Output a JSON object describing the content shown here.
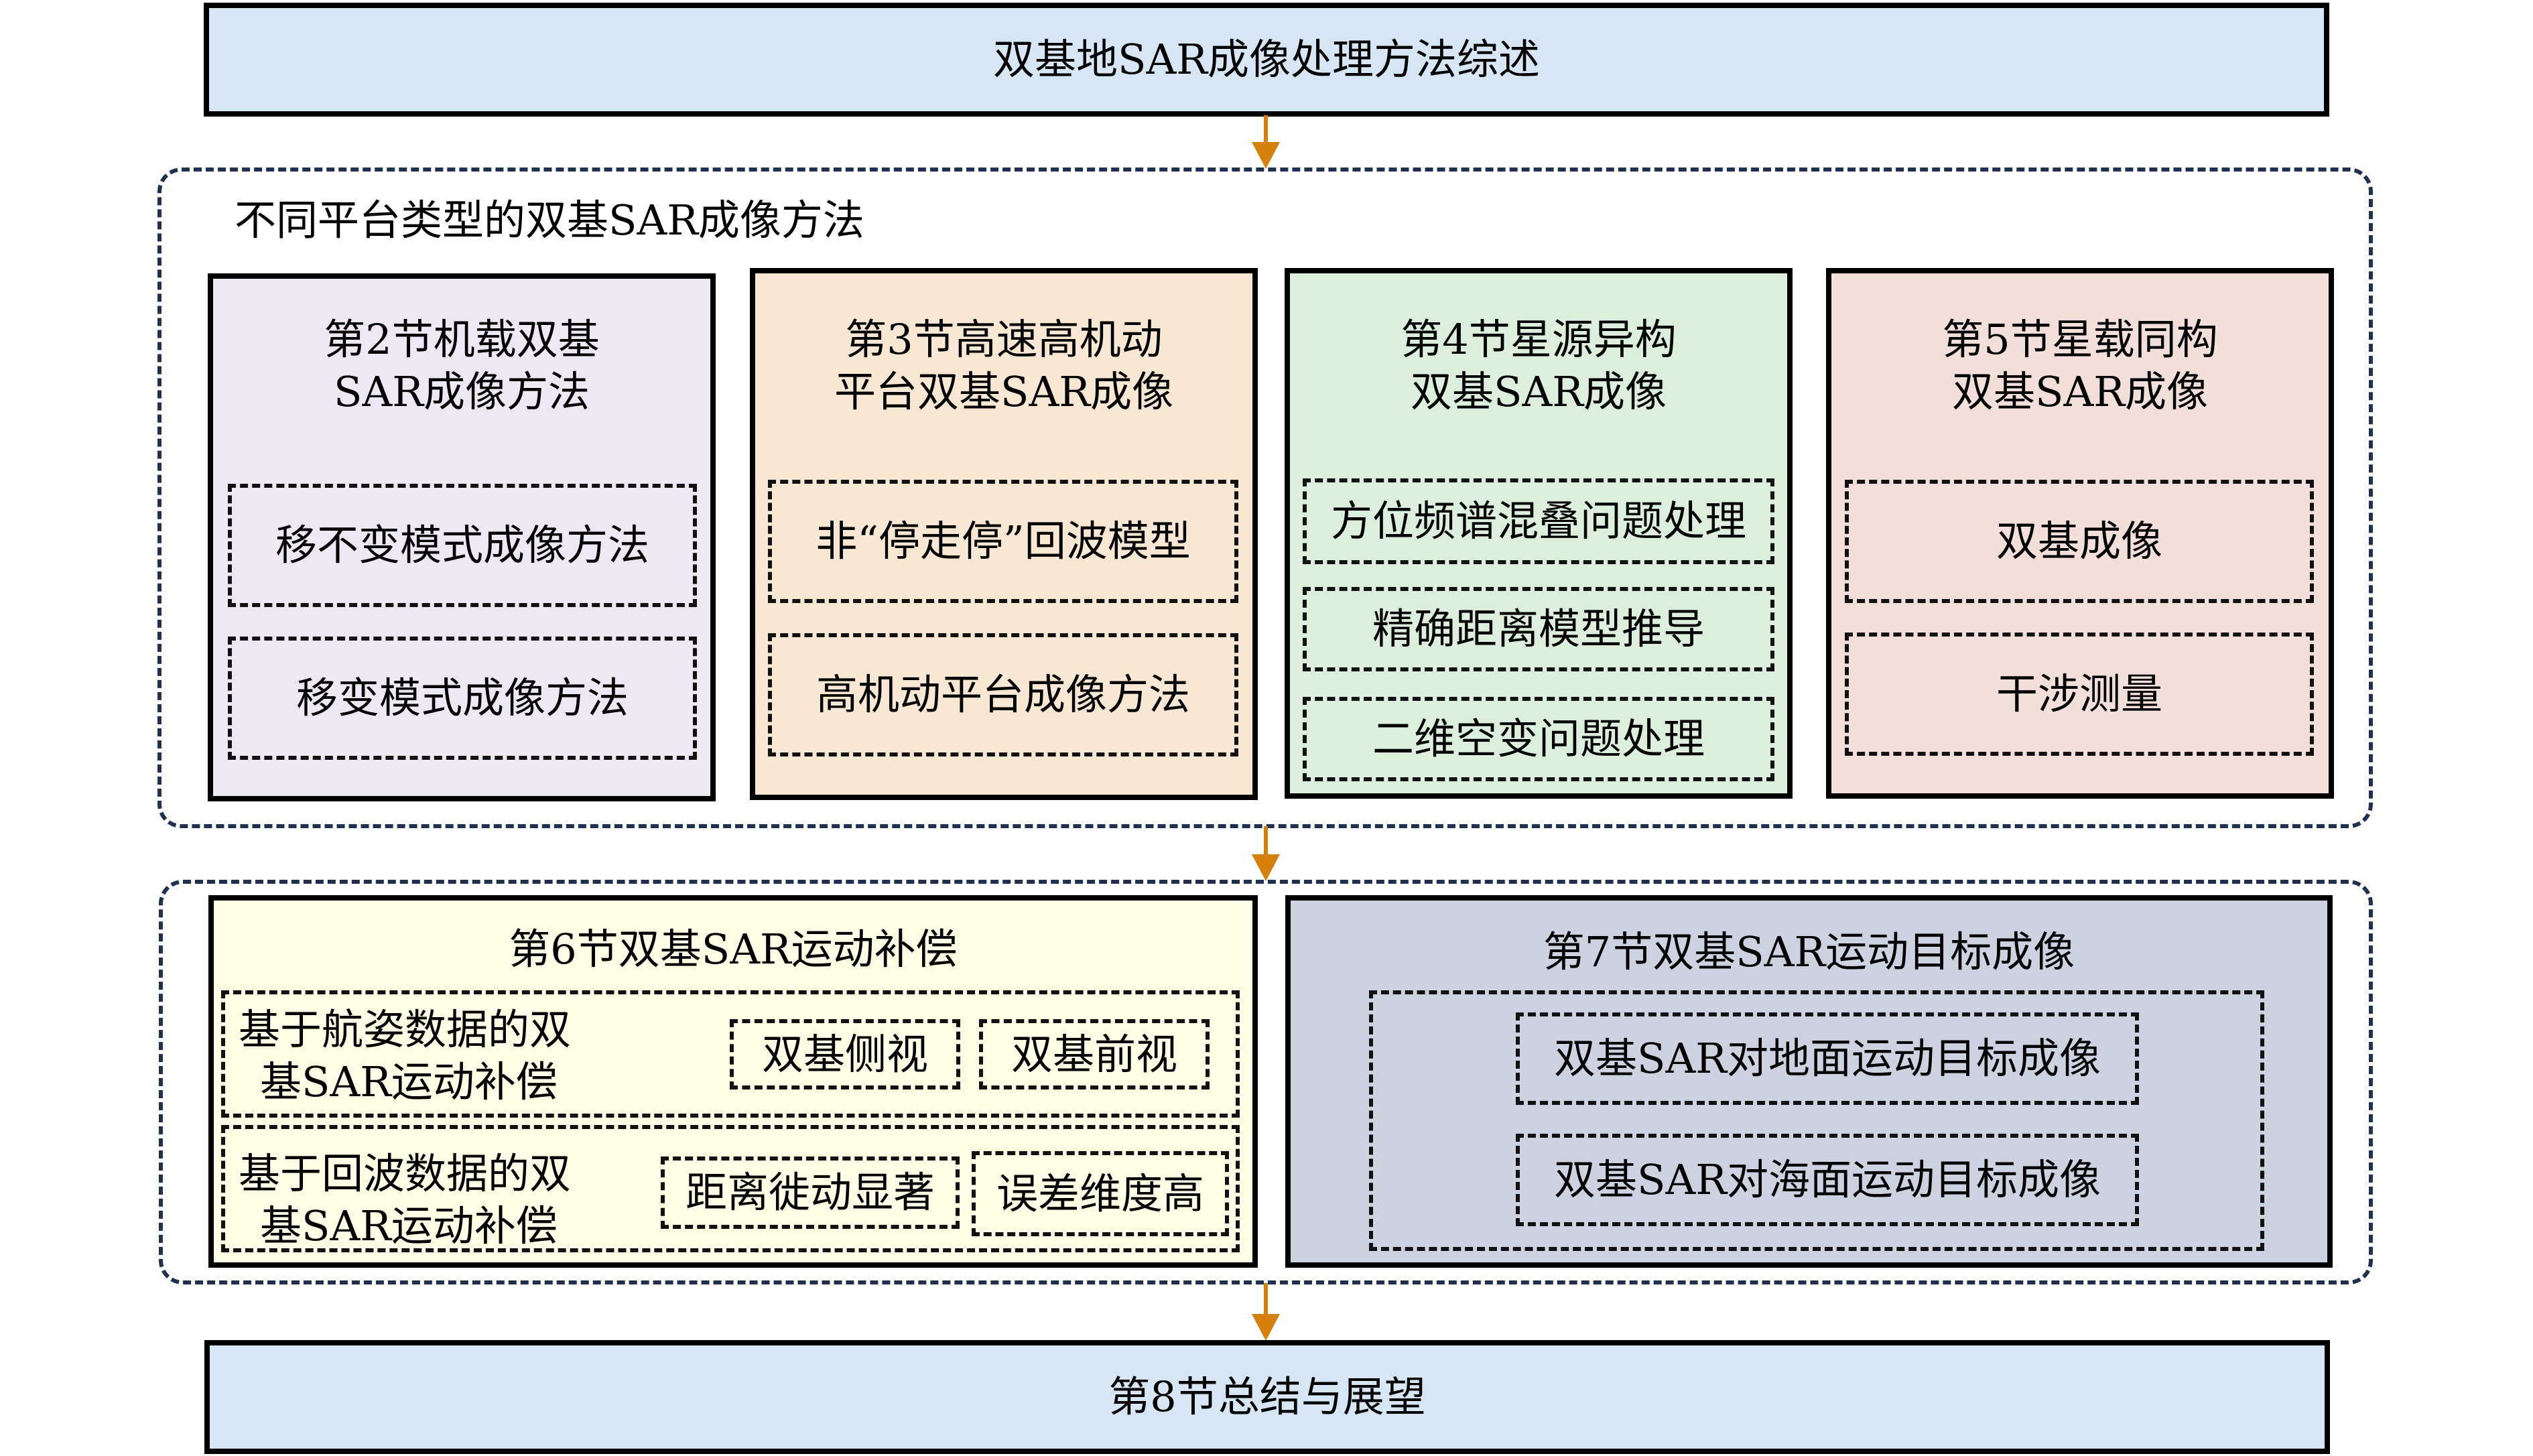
{
  "title": "双基地SAR成像处理方法综述",
  "platform_group": {
    "label": "不同平台类型的双基SAR成像方法",
    "sections": [
      {
        "title_lines": [
          "第2节机载双基",
          "SAR成像方法"
        ],
        "items": [
          "移不变模式成像方法",
          "移变模式成像方法"
        ],
        "fill": "#ede8f3"
      },
      {
        "title_lines": [
          "第3节高速高机动",
          "平台双基SAR成像"
        ],
        "items": [
          "非“停走停”回波模型",
          "高机动平台成像方法"
        ],
        "fill": "#f8e7d3"
      },
      {
        "title_lines": [
          "第4节星源异构",
          "双基SAR成像"
        ],
        "items": [
          "方位频谱混叠问题处理",
          "精确距离模型推导",
          "二维空变问题处理"
        ],
        "fill": "#dcefdd"
      },
      {
        "title_lines": [
          "第5节星载同构",
          "双基SAR成像"
        ],
        "items": [
          "双基成像",
          "干涉测量"
        ],
        "fill": "#f2dfda"
      }
    ]
  },
  "motion_group": {
    "compensation": {
      "title": "第6节双基SAR运动补偿",
      "fill": "#fefee6",
      "rows": [
        {
          "label_lines": [
            "基于航姿数据的双",
            "基SAR运动补偿"
          ],
          "tags": [
            "双基侧视",
            "双基前视"
          ]
        },
        {
          "label_lines": [
            "基于回波数据的双",
            "基SAR运动补偿"
          ],
          "tags": [
            "距离徙动显著",
            "误差维度高"
          ]
        }
      ]
    },
    "moving_target": {
      "title": "第7节双基SAR运动目标成像",
      "fill": "#ccd2e0",
      "items": [
        "双基SAR对地面运动目标成像",
        "双基SAR对海面运动目标成像"
      ]
    }
  },
  "conclusion": "第8节总结与展望",
  "colors": {
    "header_fill": "#d7e6f4",
    "arrow": "#d5800a",
    "group_border": "#1f3050"
  }
}
